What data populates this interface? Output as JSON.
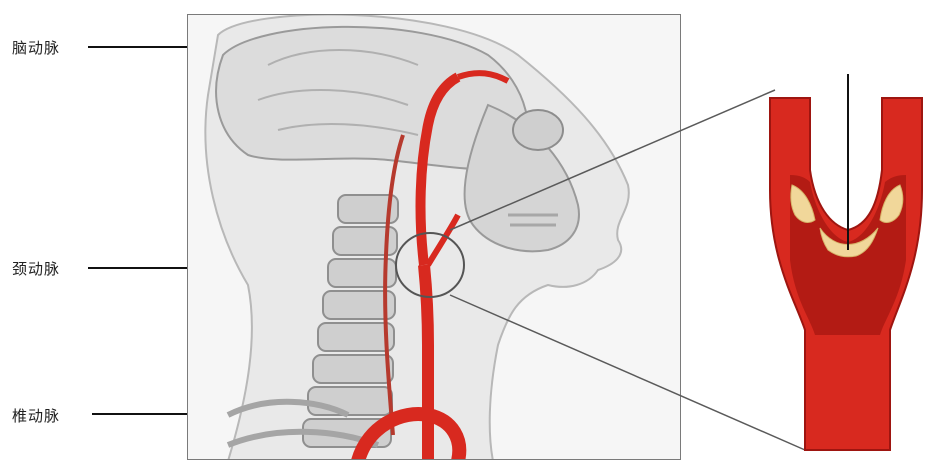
{
  "labels": {
    "brain_artery": "脑动脉",
    "carotid_artery": "颈动脉",
    "vertebral_artery": "椎动脉"
  },
  "colors": {
    "artery_red": "#d8291f",
    "artery_dark": "#9e1510",
    "plaque_yellow": "#f1d79a",
    "bone_gray": "#c9c9c9",
    "line_black": "#111111"
  }
}
